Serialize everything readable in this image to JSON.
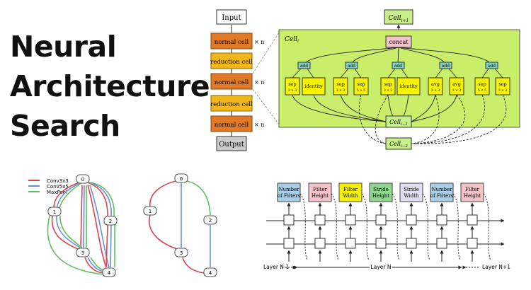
{
  "title": {
    "line1": "Neural",
    "line2": "Architecture",
    "line3": "Search"
  },
  "stack": {
    "input": "Input",
    "output": "Output",
    "blocks": [
      {
        "label": "normal cell",
        "mult": "× n",
        "kind": "normal"
      },
      {
        "label": "reduction cell",
        "mult": "",
        "kind": "reduction"
      },
      {
        "label": "normal cell",
        "mult": "× n",
        "kind": "normal"
      },
      {
        "label": "reduction cell",
        "mult": "",
        "kind": "reduction"
      },
      {
        "label": "normal cell",
        "mult": "× n",
        "kind": "normal"
      }
    ]
  },
  "cell": {
    "header_out": "Cell",
    "header_out_sub": "i+1",
    "panel_label": "Cell",
    "panel_label_sub": "i",
    "concat": "concat",
    "add": "add",
    "ops": [
      {
        "top": "sep",
        "bottom": "3 × 3"
      },
      {
        "top": "identity",
        "bottom": ""
      },
      {
        "top": "sep",
        "bottom": "3 × 3"
      },
      {
        "top": "sep",
        "bottom": "5 × 5"
      },
      {
        "top": "sep",
        "bottom": "3 × 3"
      },
      {
        "top": "identity",
        "bottom": ""
      },
      {
        "top": "avg",
        "bottom": "3 × 3"
      },
      {
        "top": "avg",
        "bottom": "3 × 3"
      },
      {
        "top": "sep",
        "bottom": "5 × 5"
      },
      {
        "top": "sep",
        "bottom": "3 × 3"
      }
    ],
    "prev1": "Cell",
    "prev1_sub": "i−1",
    "prev2": "Cell",
    "prev2_sub": "i−2"
  },
  "dag": {
    "legend": [
      {
        "label": "Conv3x3",
        "color": "#d94452"
      },
      {
        "label": "Conv5x5",
        "color": "#6b8fd6"
      },
      {
        "label": "MaxPool",
        "color": "#5fbf5f"
      }
    ],
    "nodes": [
      "0",
      "1",
      "2",
      "3",
      "4"
    ]
  },
  "rnn": {
    "headers": [
      {
        "line1": "Number",
        "line2": "of Filters",
        "color": "#a9cfe8"
      },
      {
        "line1": "Filter",
        "line2": "Height",
        "color": "#f4c2c8"
      },
      {
        "line1": "Filter",
        "line2": "Width",
        "color": "#f5f000"
      },
      {
        "line1": "Stride",
        "line2": "Height",
        "color": "#8fd68f"
      },
      {
        "line1": "Stride",
        "line2": "Width",
        "color": "#e1def0"
      },
      {
        "line1": "Number",
        "line2": "of Filters",
        "color": "#a9cfe8"
      },
      {
        "line1": "Filter",
        "line2": "Height",
        "color": "#f4c2c8"
      }
    ],
    "layer_prev": "Layer N-1",
    "layer_cur": "Layer N",
    "layer_next": "Layer N+1"
  },
  "colors": {
    "orange": "#e07a28",
    "gold": "#f2b61a",
    "panel": "#c9ee6a",
    "opbox": "#f7f200",
    "addbox": "#7fd6c0",
    "concat": "#f2c3cc",
    "cellbox": "#c8f08a"
  }
}
